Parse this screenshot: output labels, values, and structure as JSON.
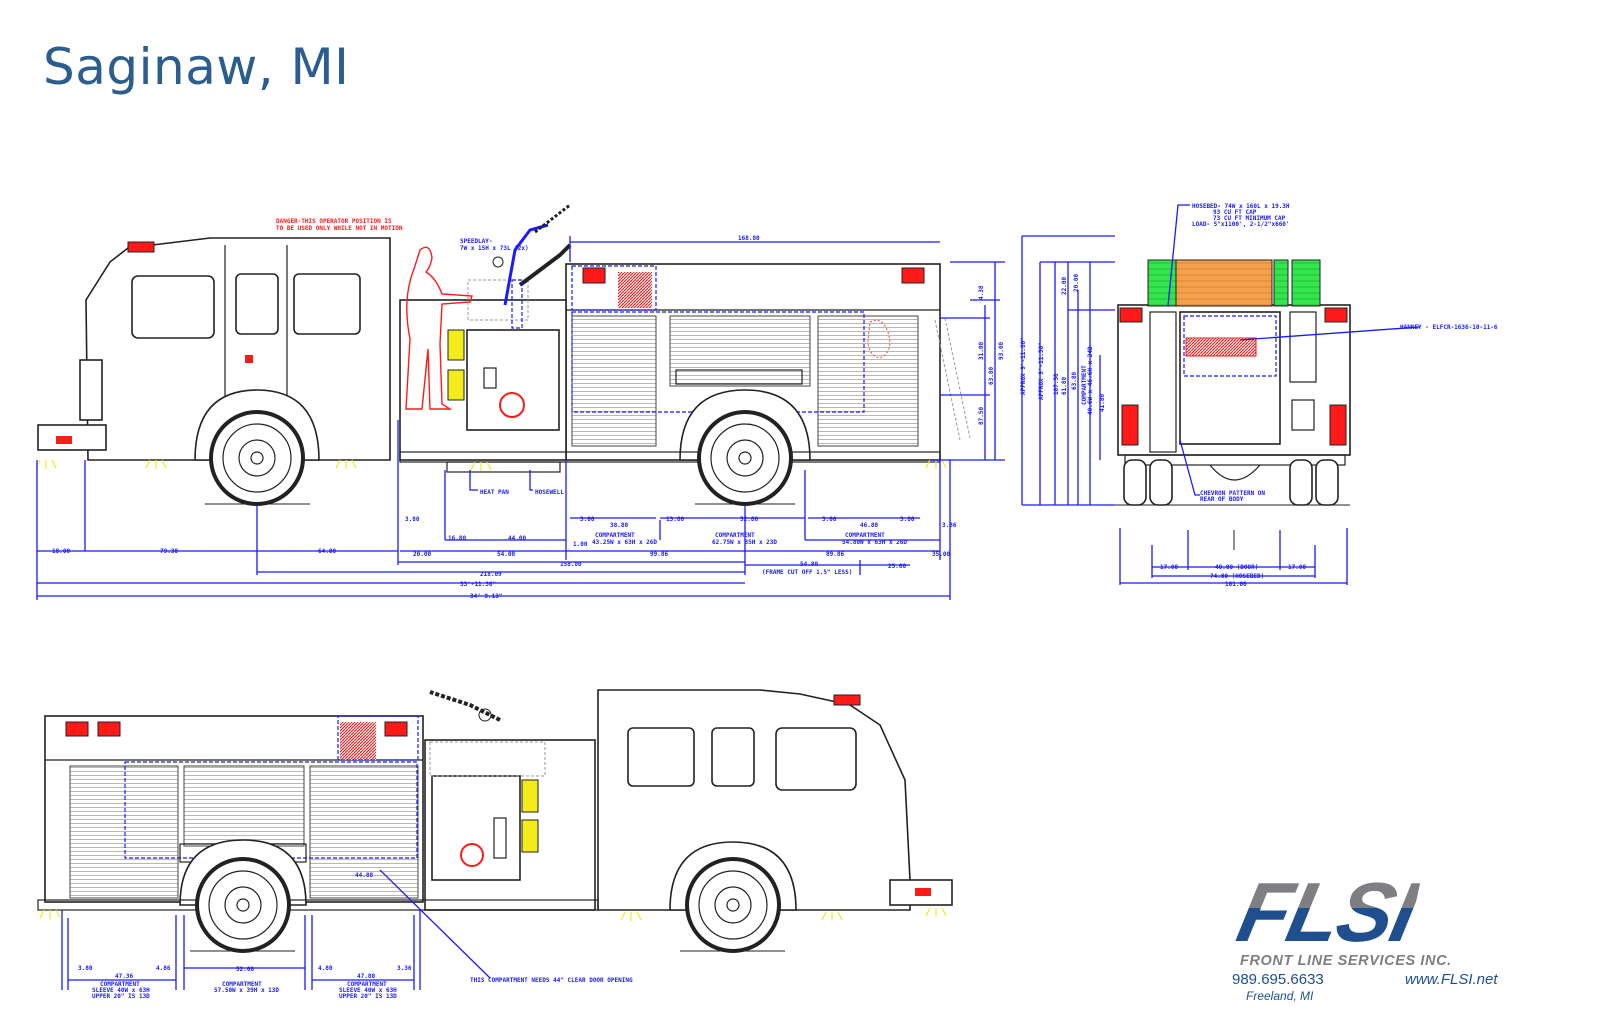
{
  "page": {
    "title": "Saginaw, MI"
  },
  "colors": {
    "title": "#2b5d8f",
    "dimension": "#1a1aff",
    "warning": "#ff1a1a",
    "hosebed_green": "#33e64d",
    "hosebed_orange": "#f5a04a",
    "lights_red": "#ff1a1a",
    "reflector_yellow": "#f2ec1a"
  },
  "side_view": {
    "warning_note": [
      "DANGER-THIS OPERATOR POSITION IS",
      "TO BE USED ONLY WHILE NOT IN MOTION"
    ],
    "speedlay_note": [
      "SPEEDLAY-",
      "7W x 15H x 73L (2x)"
    ],
    "heat_pan": "HEAT PAN",
    "hosewell": "HOSEWELL",
    "top_dim": "168.80",
    "dims": [
      "18.00",
      "79.38",
      "64.80",
      "3.80",
      "16.80",
      "20.00",
      "44.00",
      "54.00",
      "1.00",
      "3.00",
      "38.80",
      "13.80",
      "52.86",
      "3.00",
      "46.80",
      "3.80",
      "3.36",
      "99.86",
      "89.86",
      "35.00",
      "158.80",
      "54.80",
      "25.00",
      "218.09",
      "33'-11.36\"",
      "34'-9.13\""
    ],
    "frame_note": "(FRAME CUT OFF 1.5\" LESS)",
    "compartments": [
      [
        "COMPARTMENT",
        "43.25W x 63H x 26D"
      ],
      [
        "COMPARTMENT",
        "62.75W x 35H x 23D"
      ],
      [
        "COMPARTMENT",
        "54.80W x 63H x 26D"
      ]
    ],
    "vertical_dims": [
      "4.38",
      "31.00",
      "63.80",
      "87.50",
      "93.00"
    ]
  },
  "rear_view": {
    "hosebed_note": [
      "HOSEBED- 74W x 160L x 19.3H",
      "93 CU FT CAP",
      "73 CU FT MINIMUM CAP",
      "LOAD- 5\"x1100', 2-1/2\"x660'"
    ],
    "reel_note": "HANNEY - ELFCR-1636-10-11-6",
    "chevron_note": [
      "CHEVRON PATTERN ON",
      "REAR OF BODY"
    ],
    "vertical_dims": [
      "APPROX 9'-11.80\"",
      "APPROX 9'-11.50\"",
      "107.50",
      "61.80",
      "63.80",
      "22.00",
      "20.00",
      "41.80"
    ],
    "compartment_note": [
      "COMPARTMENT",
      "40.6W x 46.6H x 24D"
    ],
    "dims": [
      "17.00",
      "40.00 (DOOR)",
      "17.00",
      "74.80 (HOSEBED)",
      "101.00"
    ]
  },
  "officer_view": {
    "dims": [
      "3.80",
      "47.36",
      "4.86",
      "52.00",
      "4.80",
      "47.80",
      "3.36"
    ],
    "compartments": [
      [
        "COMPARTMENT",
        "SLEEVE 40W x 63H",
        "UPPER 20\" IS 13D"
      ],
      [
        "COMPARTMENT",
        "57.50W x 39H x 13D"
      ],
      [
        "COMPARTMENT",
        "SLEEVE 40W x 63H",
        "UPPER 20\" IS 13D"
      ]
    ],
    "door_note": "THIS COMPARTMENT NEEDS 44\" CLEAR DOOR OPENING",
    "inner_dim": "44.88"
  },
  "logo": {
    "mark": "FLSI",
    "company": "FRONT LINE SERVICES INC.",
    "phone": "989.695.6633",
    "website": "www.FLSI.net",
    "location": "Freeland, MI"
  }
}
